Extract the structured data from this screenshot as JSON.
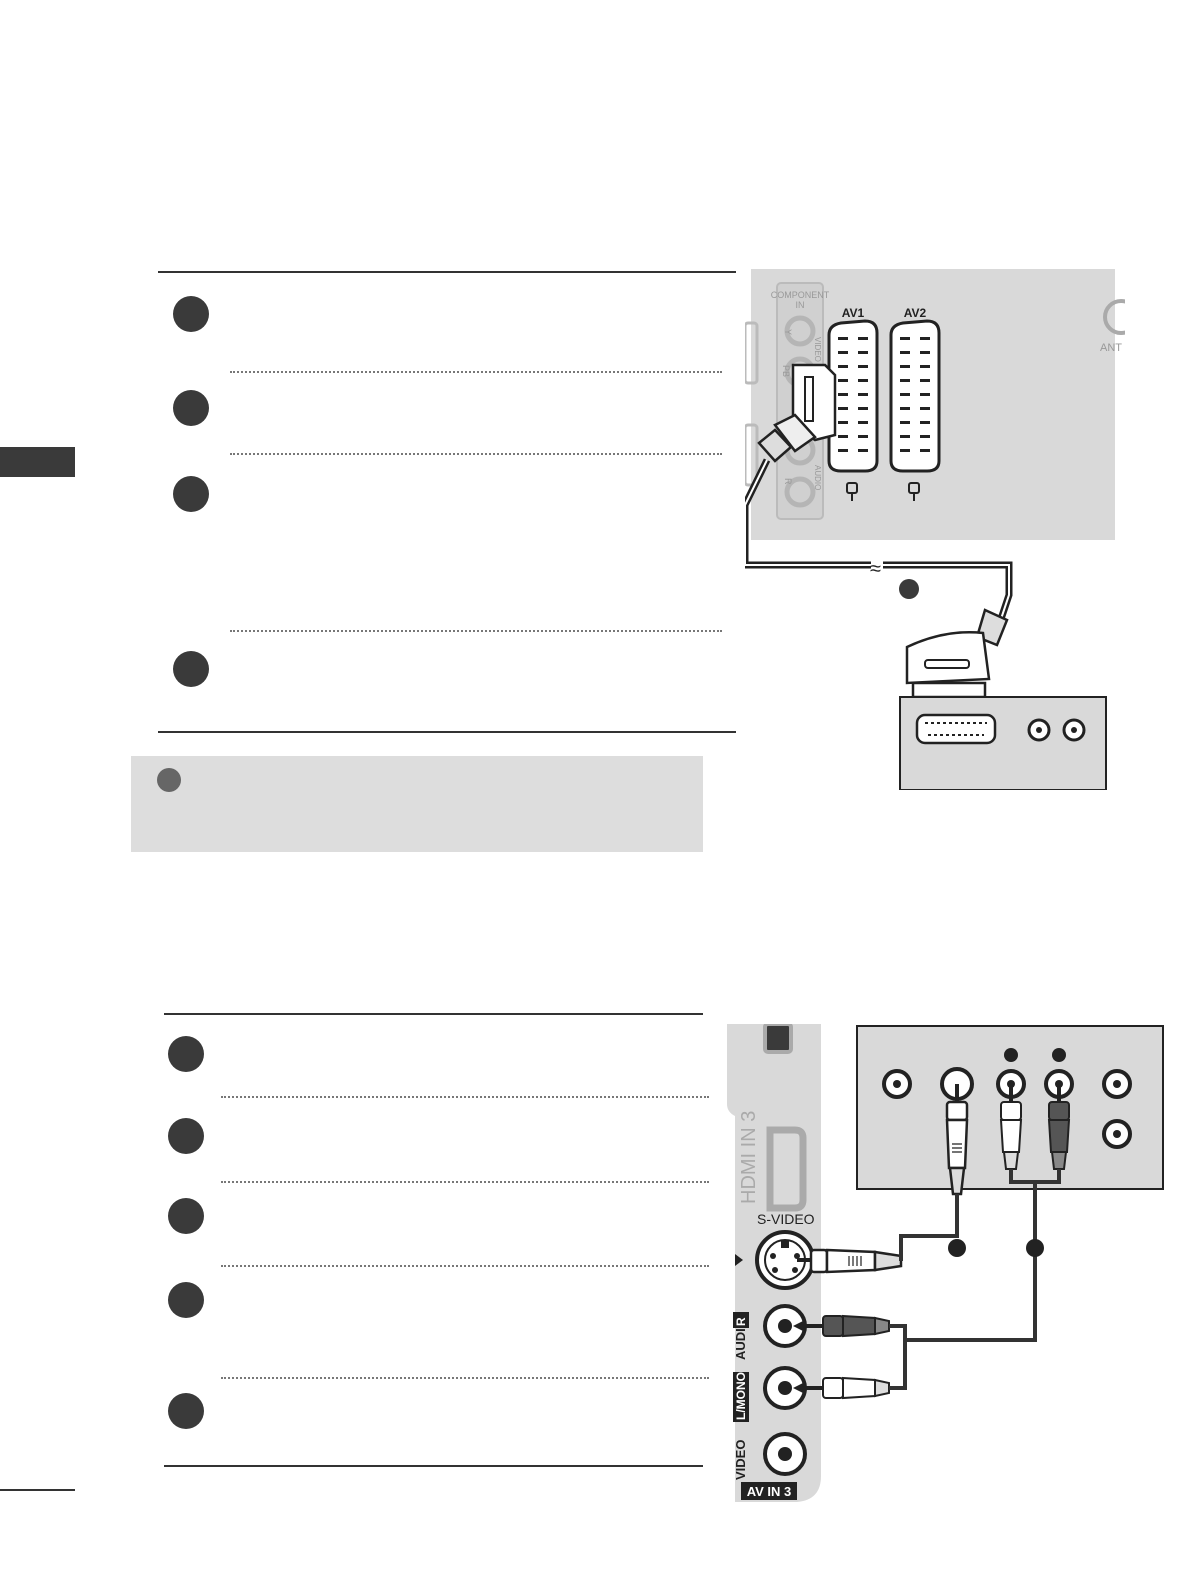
{
  "section_scart": {
    "panel_labels": {
      "component_in": "COMPONENT",
      "component_in_2": "IN",
      "y": "Y",
      "pb": "PB",
      "video": "VIDEO",
      "audio": "AUDIO",
      "r": "R",
      "av1": "AV1",
      "av2": "AV2",
      "antenna": "ANT"
    },
    "cable_break": "≈"
  },
  "section_svideo": {
    "panel_labels": {
      "hdmi_in_3": "HDMI IN 3",
      "s_video": "S-VIDEO",
      "audio": "AUDIO",
      "r": "R",
      "l_mono": "L/MONO",
      "video": "VIDEO",
      "av_in_3": "AV IN 3"
    }
  },
  "colors": {
    "panel_grey": "#d9d9d9",
    "dark": "#3a3a3a",
    "note_bg": "#dddddd"
  }
}
